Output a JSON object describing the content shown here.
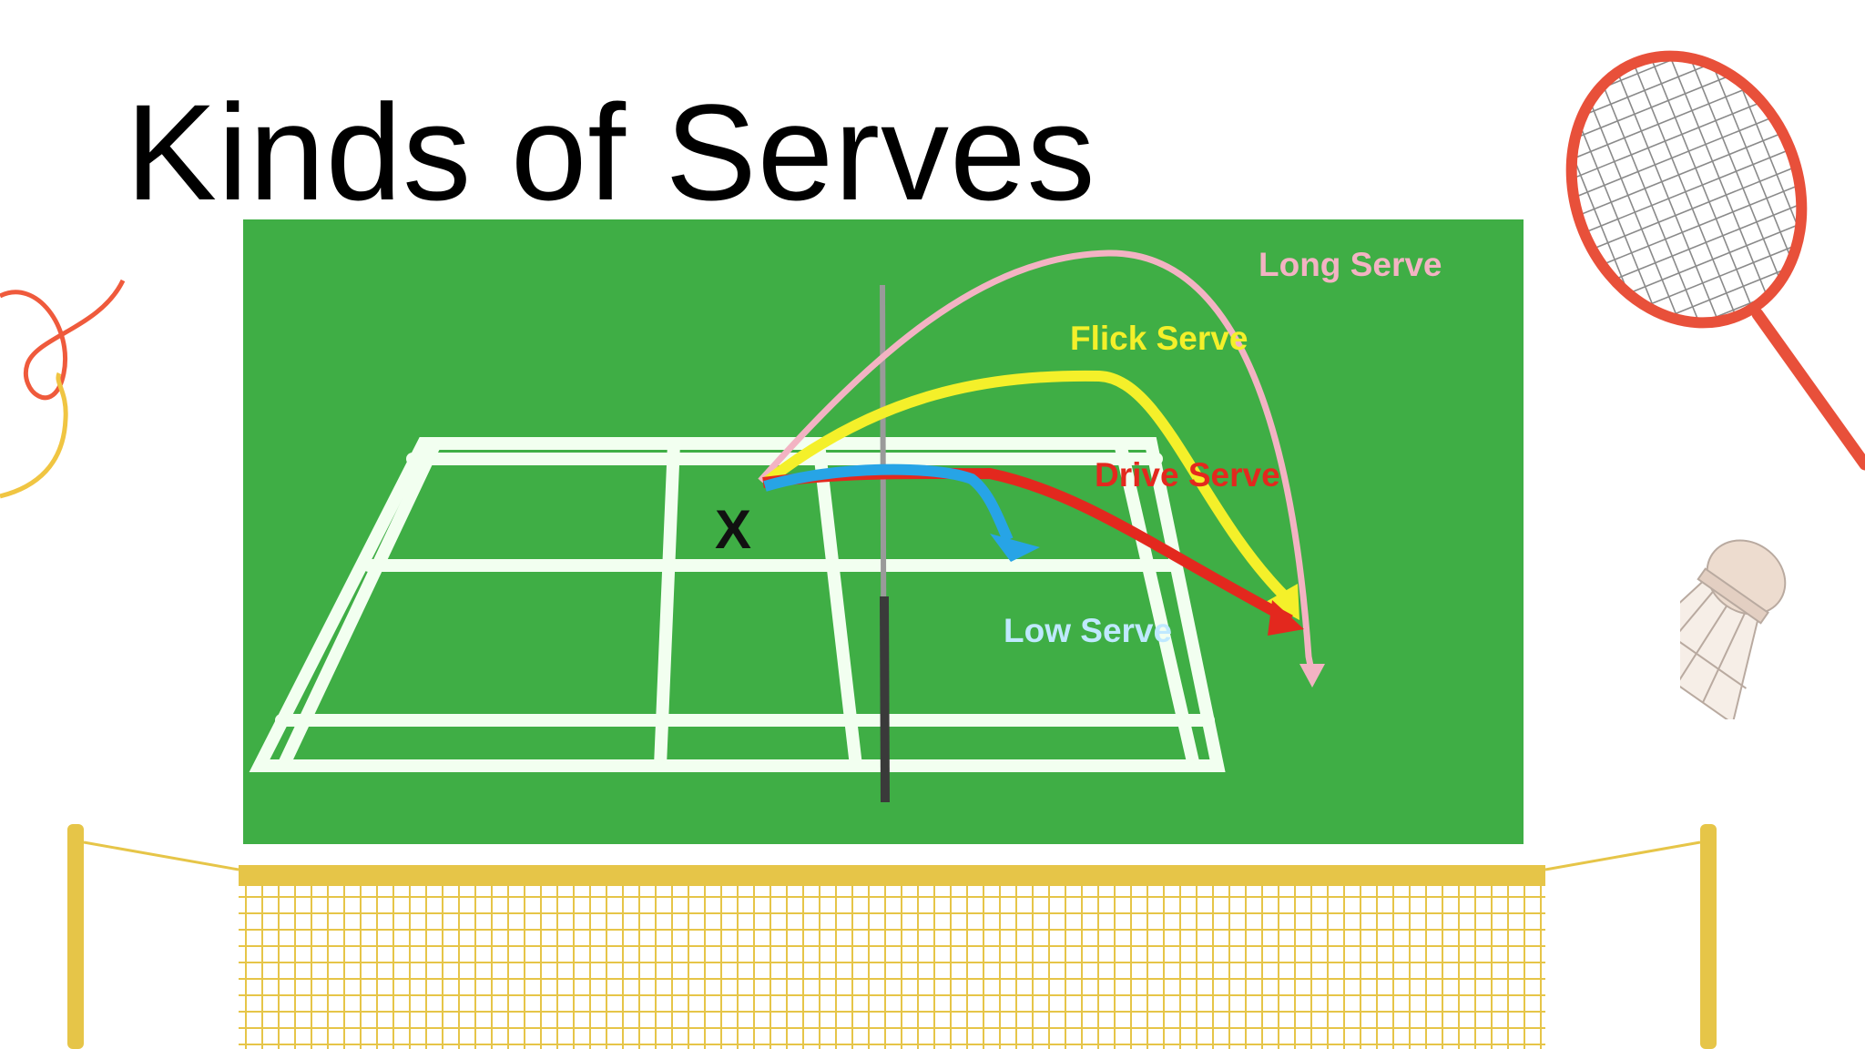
{
  "slide": {
    "title": "Kinds of Serves",
    "background": "#ffffff"
  },
  "diagram": {
    "background": "#3fae45",
    "line_color": "#f2fff0",
    "net_color": "#555555",
    "serves": [
      {
        "label": "Long Serve",
        "color": "#f3b3c3"
      },
      {
        "label": "Flick Serve",
        "color": "#f4f02a"
      },
      {
        "label": "Drive Serve",
        "color": "#e3281e"
      },
      {
        "label": "Low Serve",
        "color": "#27a4e6"
      }
    ],
    "server_mark": "X"
  },
  "decorations": {
    "racket_color": "#e8503a",
    "ribbon_colors": [
      "#ef5a3c",
      "#f0c542"
    ],
    "shuttlecock_color": "#eddccf",
    "net_color": "#e6c548",
    "icons": [
      "racket-icon",
      "shuttlecock-icon",
      "ribbon-icon",
      "badminton-net-icon"
    ]
  }
}
